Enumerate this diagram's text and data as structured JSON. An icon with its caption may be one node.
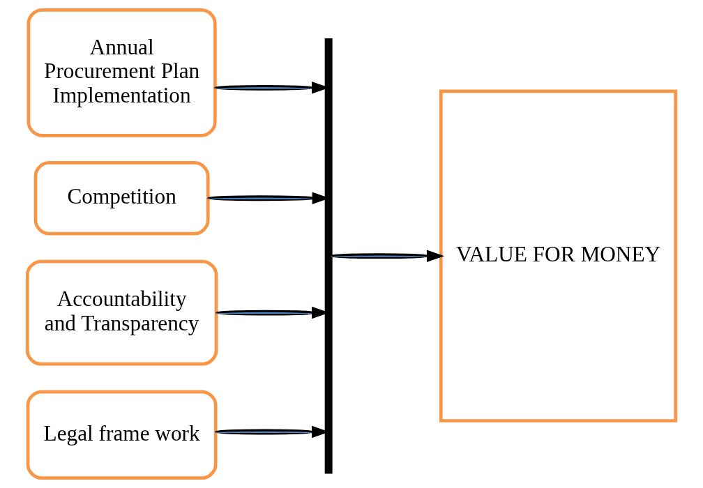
{
  "diagram": {
    "nodes": [
      {
        "text": [
          "Annual Procurement Plan Implementation"
        ]
      },
      {
        "text": [
          "Competition"
        ]
      },
      {
        "text": [
          "Accountability and Transparency"
        ]
      },
      {
        "text": [
          "Legal frame work"
        ]
      },
      {
        "text": [],
        "shape": "bar"
      },
      {
        "text": [
          "VALUE FOR MONEY"
        ]
      }
    ],
    "edges": [
      {
        "from": 0,
        "to": 4,
        "arrow": "to"
      },
      {
        "from": 1,
        "to": 4,
        "arrow": "to"
      },
      {
        "from": 2,
        "to": 4,
        "arrow": "to"
      },
      {
        "from": 3,
        "to": 4,
        "arrow": "to"
      },
      {
        "from": 4,
        "to": 5,
        "arrow": "to"
      }
    ]
  }
}
